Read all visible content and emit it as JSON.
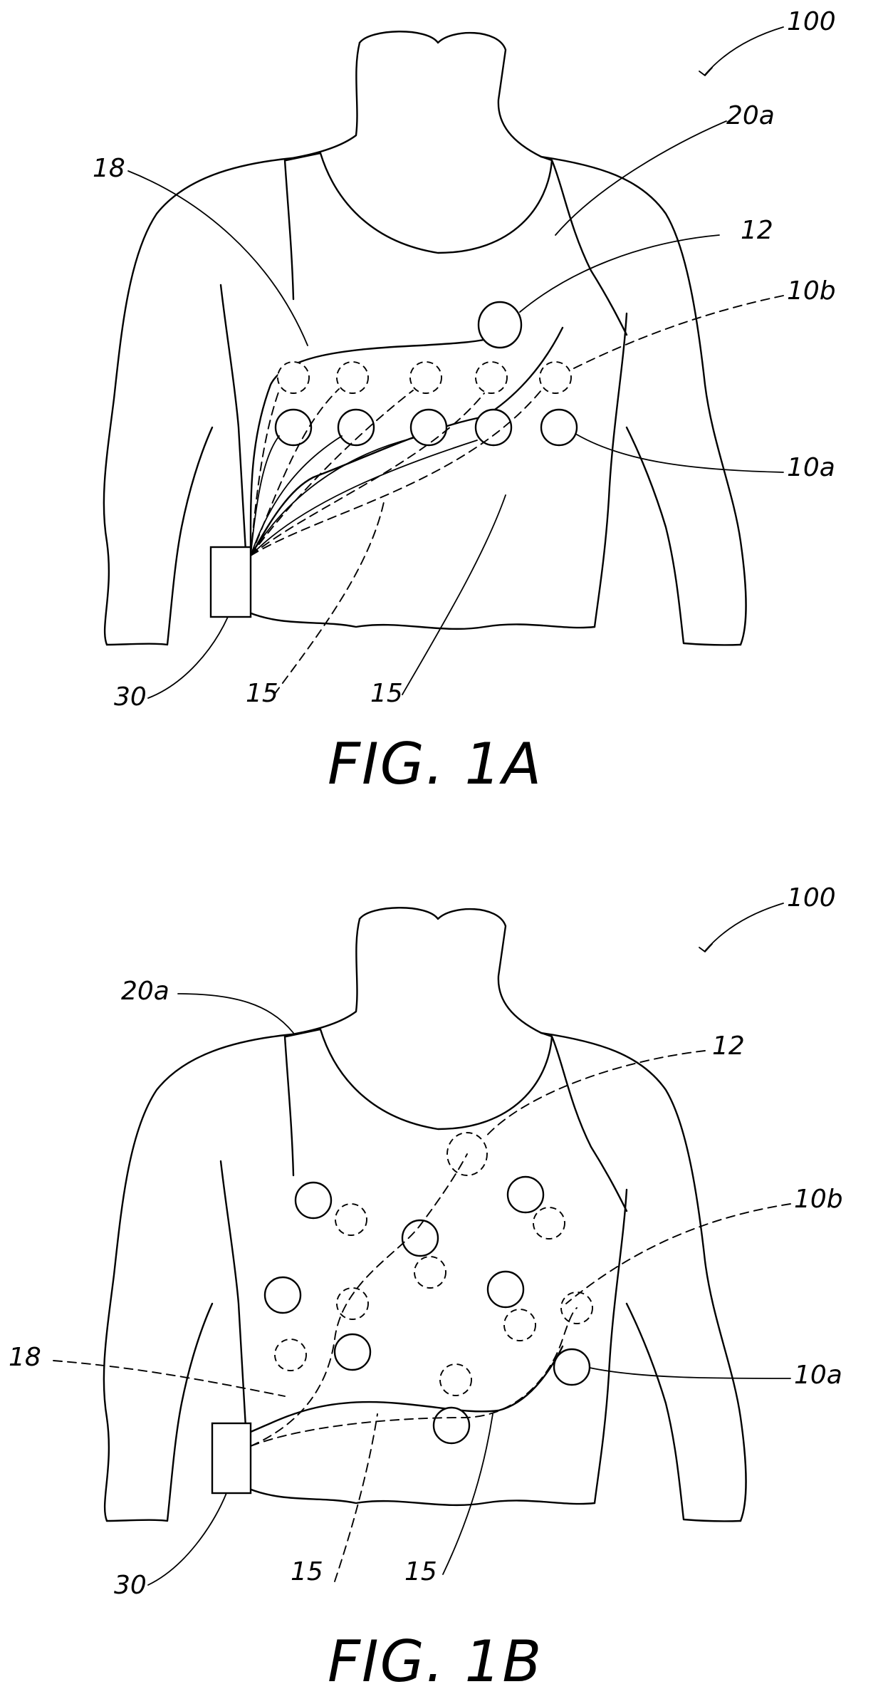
{
  "figures": [
    {
      "caption": "FIG. 1A",
      "labels": {
        "ref_100": "100",
        "ref_20a": "20a",
        "ref_18": "18",
        "ref_12": "12",
        "ref_10b": "10b",
        "ref_10a": "10a",
        "ref_30": "30",
        "ref_15_dashed": "15",
        "ref_15_solid": "15"
      }
    },
    {
      "caption": "FIG. 1B",
      "labels": {
        "ref_100": "100",
        "ref_20a": "20a",
        "ref_12": "12",
        "ref_10b": "10b",
        "ref_18": "18",
        "ref_10a": "10a",
        "ref_30": "30",
        "ref_15_dashed": "15",
        "ref_15_solid": "15"
      }
    }
  ]
}
